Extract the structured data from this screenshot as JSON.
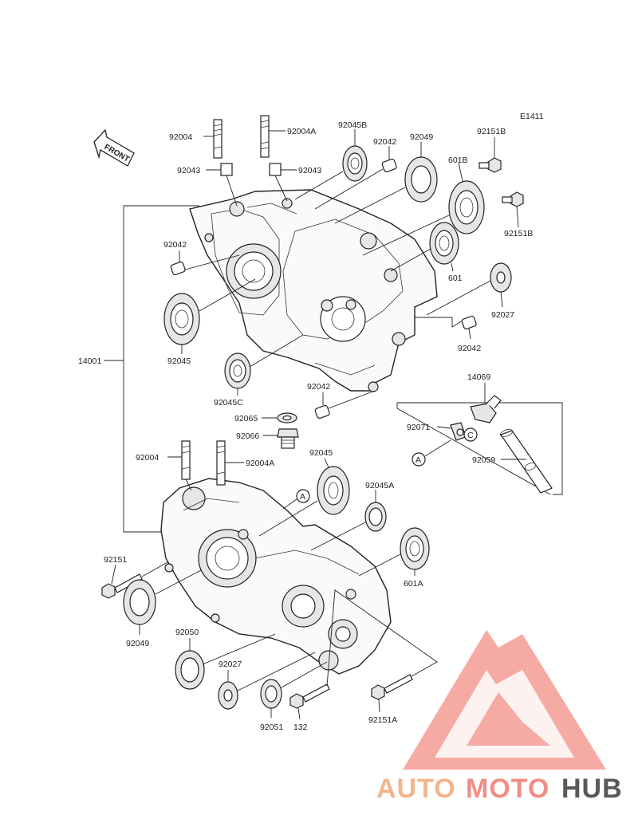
{
  "diagram": {
    "figure_code": "E1411",
    "front_label": "FRONT",
    "callout_a": "A",
    "callout_c": "C"
  },
  "parts": {
    "p92004_top": "92004",
    "p92004A_top": "92004A",
    "p92045B": "92045B",
    "p92042_a": "92042",
    "p92049_top": "92049",
    "p92151B_top": "92151B",
    "p92043_left": "92043",
    "p92043_right": "92043",
    "p601B": "601B",
    "p92151B_right": "92151B",
    "p92042_left": "92042",
    "p601": "601",
    "p92027_top": "92027",
    "p92045_left": "92045",
    "p92042_mid": "92042",
    "p14001": "14001",
    "p92045C": "92045C",
    "p92042_low": "92042",
    "p14069": "14069",
    "p92065": "92065",
    "p92071": "92071",
    "p92066": "92066",
    "p92059": "92059",
    "p92004_bot": "92004",
    "p92004A_bot": "92004A",
    "p92045_bot": "92045",
    "p92045A": "92045A",
    "p92151_left": "92151",
    "p601A": "601A",
    "p92049_bot": "92049",
    "p92050": "92050",
    "p92027_bot": "92027",
    "p92051": "92051",
    "p132": "132",
    "p92151A": "92151A"
  },
  "watermark": {
    "part1": "AUTO",
    "part2": "MOTO",
    "part3": "HUB",
    "colors": {
      "auto": "#f2b58a",
      "moto": "#ef8e86",
      "hub": "#585858",
      "triangle": "#f4a39b"
    }
  }
}
